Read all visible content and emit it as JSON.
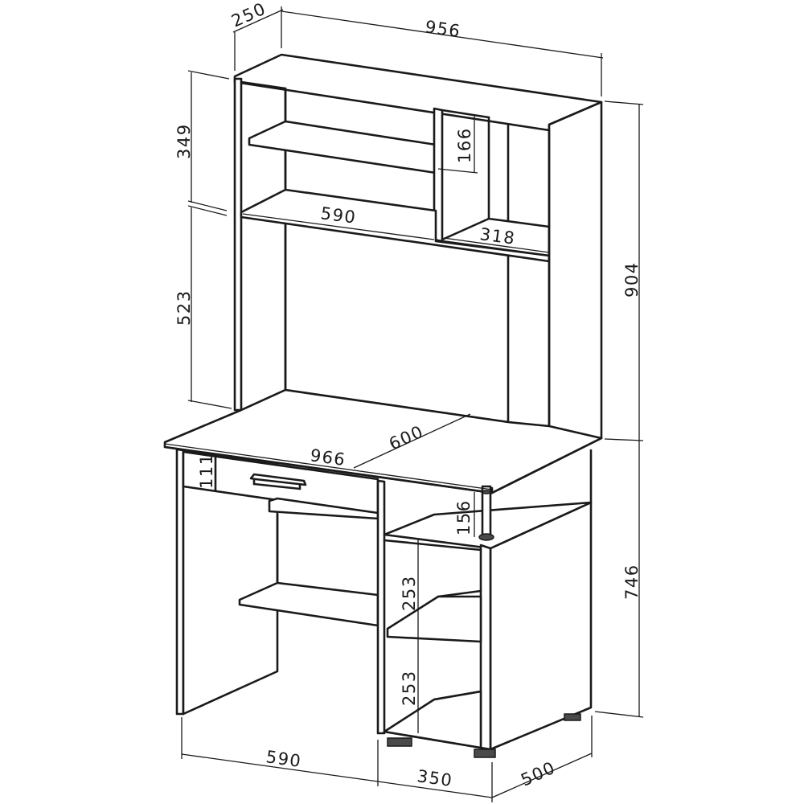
{
  "dimensions": {
    "hutch_depth": "250",
    "total_width": "956",
    "upper_shelf_height": "349",
    "small_compartment_height": "166",
    "shelf_width": "590",
    "compartment_width": "318",
    "hutch_height": "904",
    "hutch_opening_height": "523",
    "desk_depth": "600",
    "desk_width": "966",
    "drawer_height": "111",
    "gap_height": "156",
    "desk_height": "746",
    "lower_shelf_height_1": "253",
    "lower_shelf_height_2": "253",
    "base_width": "590",
    "pedestal_width": "350",
    "pedestal_depth": "500"
  }
}
